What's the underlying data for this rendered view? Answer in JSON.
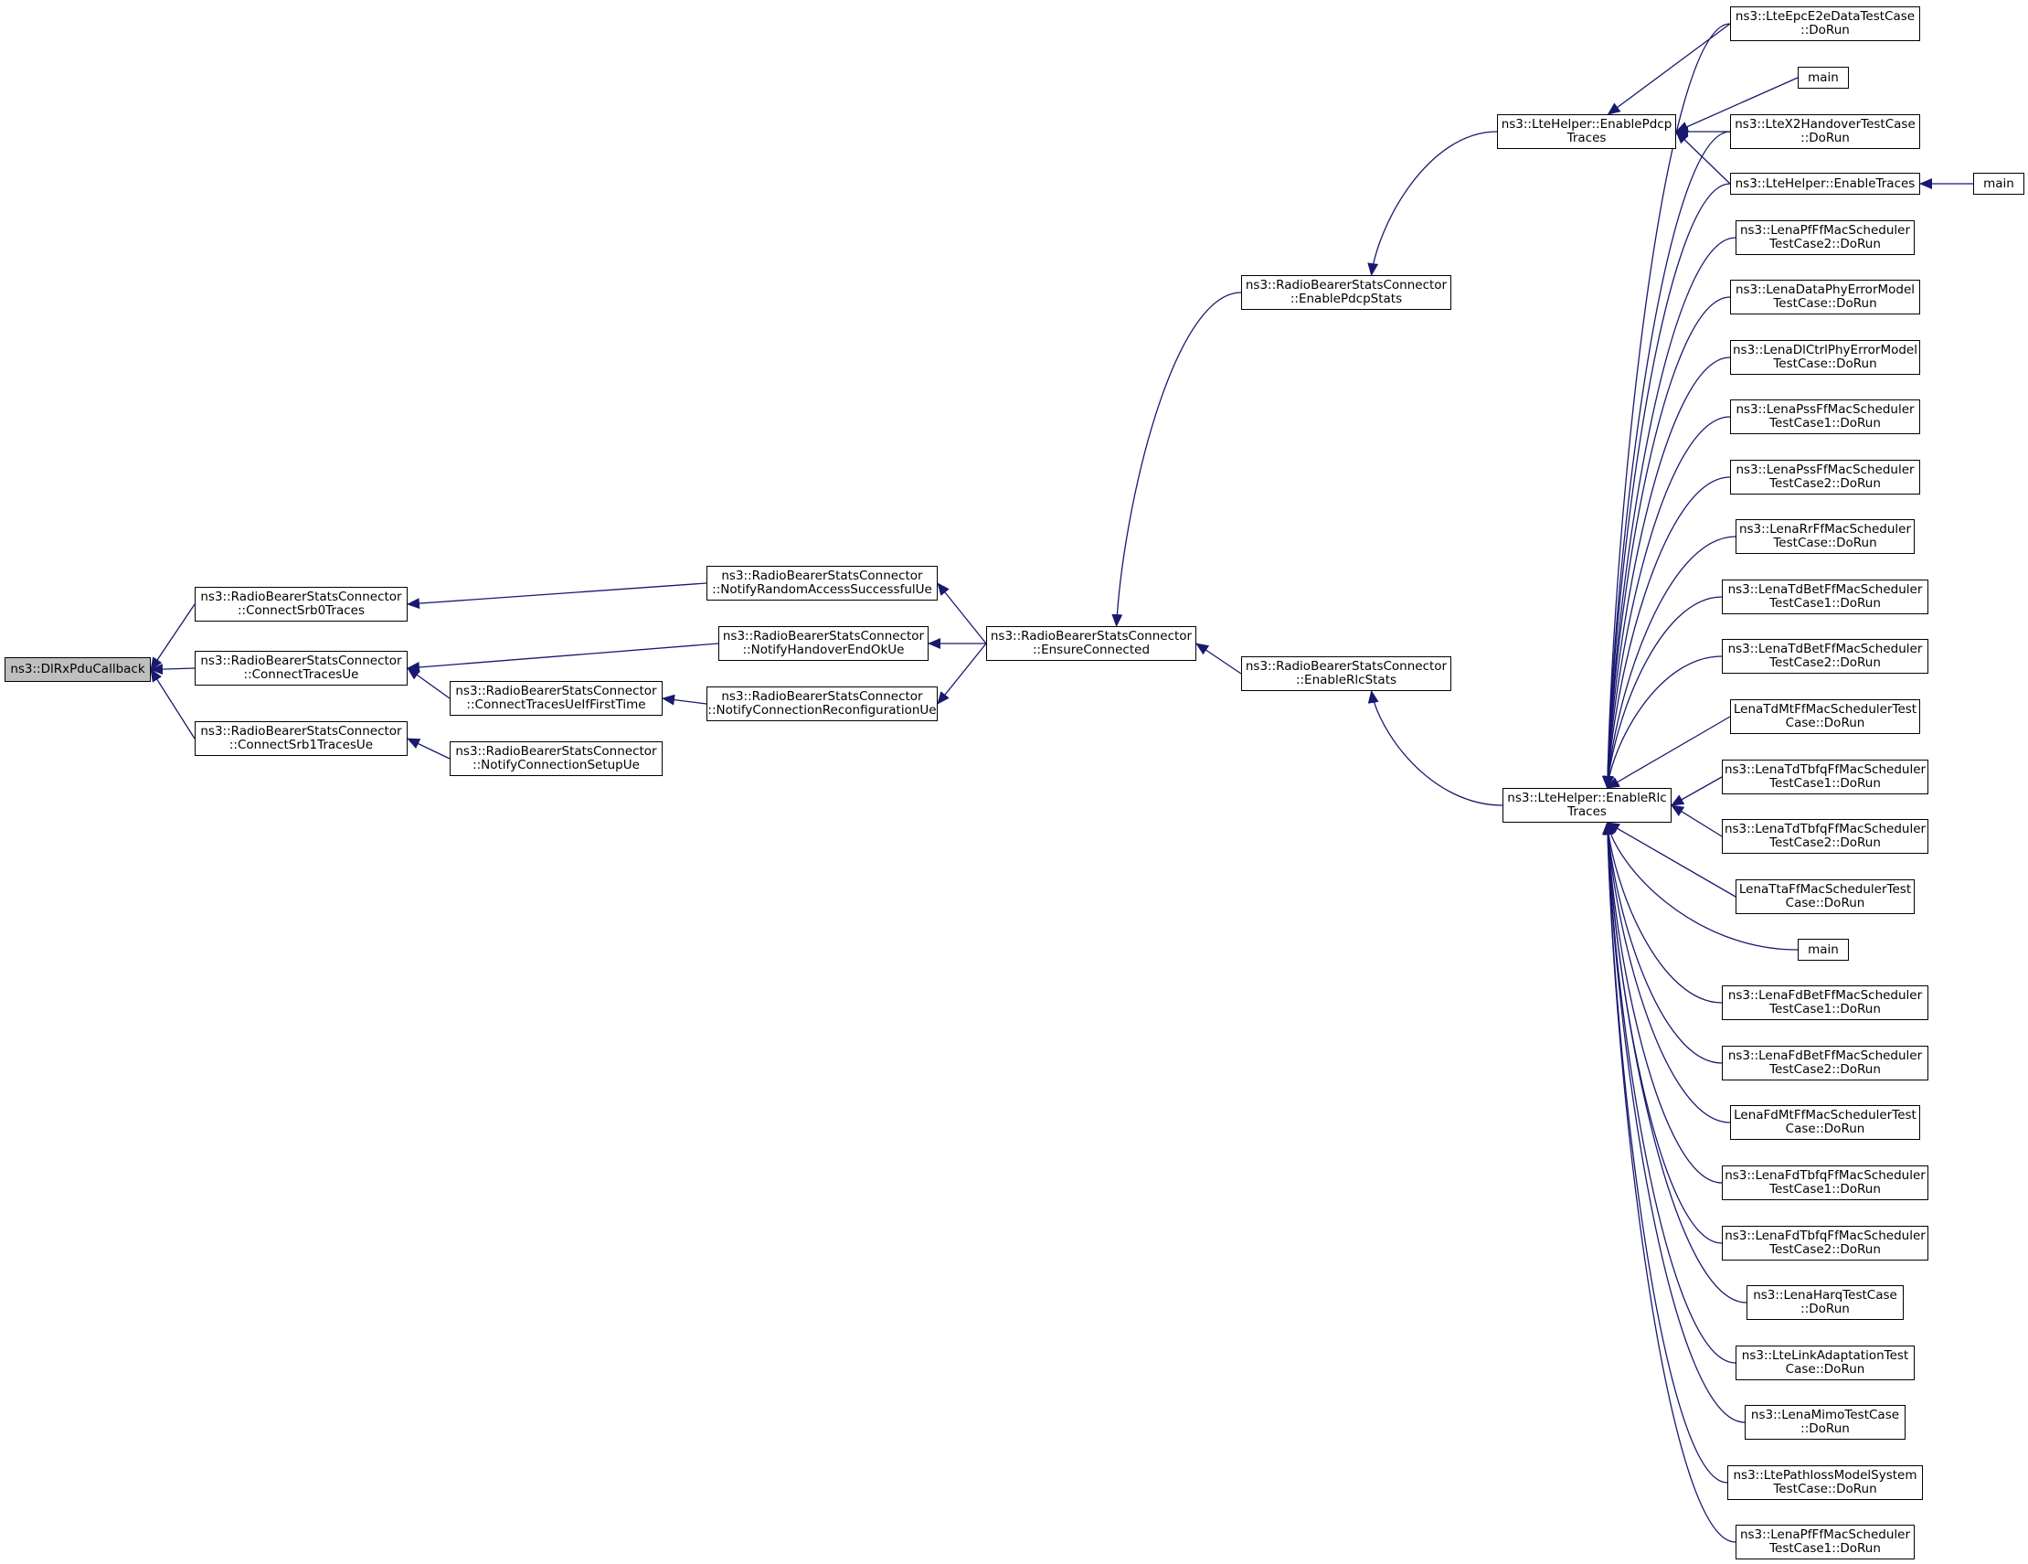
{
  "colors": {
    "edge": "#191970",
    "root_fill": "#bfbfbf",
    "node_fill": "#ffffff",
    "node_border": "#000000"
  },
  "nodes": [
    {
      "id": "dlrx",
      "lines": [
        "ns3::DlRxPduCallback"
      ],
      "root": true
    },
    {
      "id": "srb0",
      "lines": [
        "ns3::RadioBearerStatsConnector",
        "::ConnectSrb0Traces"
      ]
    },
    {
      "id": "ctue",
      "lines": [
        "ns3::RadioBearerStatsConnector",
        "::ConnectTracesUe"
      ]
    },
    {
      "id": "srb1",
      "lines": [
        "ns3::RadioBearerStatsConnector",
        "::ConnectSrb1TracesUe"
      ]
    },
    {
      "id": "ctueif",
      "lines": [
        "ns3::RadioBearerStatsConnector",
        "::ConnectTracesUeIfFirstTime"
      ]
    },
    {
      "id": "ncsu",
      "lines": [
        "ns3::RadioBearerStatsConnector",
        "::NotifyConnectionSetupUe"
      ]
    },
    {
      "id": "nras",
      "lines": [
        "ns3::RadioBearerStatsConnector",
        "::NotifyRandomAccessSuccessfulUe"
      ]
    },
    {
      "id": "nheo",
      "lines": [
        "ns3::RadioBearerStatsConnector",
        "::NotifyHandoverEndOkUe"
      ]
    },
    {
      "id": "ncru",
      "lines": [
        "ns3::RadioBearerStatsConnector",
        "::NotifyConnectionReconfigurationUe"
      ]
    },
    {
      "id": "ensure",
      "lines": [
        "ns3::RadioBearerStatsConnector",
        "::EnsureConnected"
      ]
    },
    {
      "id": "pdcpstats",
      "lines": [
        "ns3::RadioBearerStatsConnector",
        "::EnablePdcpStats"
      ]
    },
    {
      "id": "rlcstats",
      "lines": [
        "ns3::RadioBearerStatsConnector",
        "::EnableRlcStats"
      ]
    },
    {
      "id": "pdcptr",
      "lines": [
        "ns3::LteHelper::EnablePdcp",
        "Traces"
      ]
    },
    {
      "id": "rlctr",
      "lines": [
        "ns3::LteHelper::EnableRlc",
        "Traces"
      ]
    },
    {
      "id": "epc",
      "lines": [
        "ns3::LteEpcE2eDataTestCase",
        "::DoRun"
      ]
    },
    {
      "id": "main1",
      "lines": [
        "main"
      ]
    },
    {
      "id": "x2",
      "lines": [
        "ns3::LteX2HandoverTestCase",
        "::DoRun"
      ]
    },
    {
      "id": "entr",
      "lines": [
        "ns3::LteHelper::EnableTraces"
      ]
    },
    {
      "id": "main2",
      "lines": [
        "main"
      ]
    },
    {
      "id": "pf2",
      "lines": [
        "ns3::LenaPfFfMacScheduler",
        "TestCase2::DoRun"
      ]
    },
    {
      "id": "dataphy",
      "lines": [
        "ns3::LenaDataPhyErrorModel",
        "TestCase::DoRun"
      ]
    },
    {
      "id": "dlctrl",
      "lines": [
        "ns3::LenaDlCtrlPhyErrorModel",
        "TestCase::DoRun"
      ]
    },
    {
      "id": "pss1",
      "lines": [
        "ns3::LenaPssFfMacScheduler",
        "TestCase1::DoRun"
      ]
    },
    {
      "id": "pss2",
      "lines": [
        "ns3::LenaPssFfMacScheduler",
        "TestCase2::DoRun"
      ]
    },
    {
      "id": "rr",
      "lines": [
        "ns3::LenaRrFfMacScheduler",
        "TestCase::DoRun"
      ]
    },
    {
      "id": "tdbet1",
      "lines": [
        "ns3::LenaTdBetFfMacScheduler",
        "TestCase1::DoRun"
      ]
    },
    {
      "id": "tdbet2",
      "lines": [
        "ns3::LenaTdBetFfMacScheduler",
        "TestCase2::DoRun"
      ]
    },
    {
      "id": "tdmt",
      "lines": [
        "LenaTdMtFfMacSchedulerTest",
        "Case::DoRun"
      ]
    },
    {
      "id": "tdtbfq1",
      "lines": [
        "ns3::LenaTdTbfqFfMacScheduler",
        "TestCase1::DoRun"
      ]
    },
    {
      "id": "tdtbfq2",
      "lines": [
        "ns3::LenaTdTbfqFfMacScheduler",
        "TestCase2::DoRun"
      ]
    },
    {
      "id": "tta",
      "lines": [
        "LenaTtaFfMacSchedulerTest",
        "Case::DoRun"
      ]
    },
    {
      "id": "main3",
      "lines": [
        "main"
      ]
    },
    {
      "id": "fdbet1",
      "lines": [
        "ns3::LenaFdBetFfMacScheduler",
        "TestCase1::DoRun"
      ]
    },
    {
      "id": "fdbet2",
      "lines": [
        "ns3::LenaFdBetFfMacScheduler",
        "TestCase2::DoRun"
      ]
    },
    {
      "id": "fdmt",
      "lines": [
        "LenaFdMtFfMacSchedulerTest",
        "Case::DoRun"
      ]
    },
    {
      "id": "fdtbfq1",
      "lines": [
        "ns3::LenaFdTbfqFfMacScheduler",
        "TestCase1::DoRun"
      ]
    },
    {
      "id": "fdtbfq2",
      "lines": [
        "ns3::LenaFdTbfqFfMacScheduler",
        "TestCase2::DoRun"
      ]
    },
    {
      "id": "harq",
      "lines": [
        "ns3::LenaHarqTestCase",
        "::DoRun"
      ]
    },
    {
      "id": "linkad",
      "lines": [
        "ns3::LteLinkAdaptationTest",
        "Case::DoRun"
      ]
    },
    {
      "id": "mimo",
      "lines": [
        "ns3::LenaMimoTestCase",
        "::DoRun"
      ]
    },
    {
      "id": "pathloss",
      "lines": [
        "ns3::LtePathlossModelSystem",
        "TestCase::DoRun"
      ]
    },
    {
      "id": "pf1",
      "lines": [
        "ns3::LenaPfFfMacScheduler",
        "TestCase1::DoRun"
      ]
    }
  ],
  "edges": [
    [
      "srb0",
      "dlrx"
    ],
    [
      "ctue",
      "dlrx"
    ],
    [
      "srb1",
      "dlrx"
    ],
    [
      "nras",
      "srb0"
    ],
    [
      "nheo",
      "ctue"
    ],
    [
      "ctueif",
      "ctue"
    ],
    [
      "ncsu",
      "srb1"
    ],
    [
      "ncru",
      "ctueif"
    ],
    [
      "ensure",
      "nras"
    ],
    [
      "ensure",
      "nheo"
    ],
    [
      "ensure",
      "ncru"
    ],
    [
      "pdcpstats",
      "ensure"
    ],
    [
      "rlcstats",
      "ensure"
    ],
    [
      "pdcptr",
      "pdcpstats"
    ],
    [
      "rlctr",
      "rlcstats"
    ],
    [
      "epc",
      "pdcptr"
    ],
    [
      "main1",
      "pdcptr"
    ],
    [
      "x2",
      "pdcptr"
    ],
    [
      "entr",
      "pdcptr"
    ],
    [
      "main2",
      "entr"
    ],
    [
      "epc",
      "rlctr"
    ],
    [
      "x2",
      "rlctr"
    ],
    [
      "entr",
      "rlctr"
    ],
    [
      "pf2",
      "rlctr"
    ],
    [
      "dataphy",
      "rlctr"
    ],
    [
      "dlctrl",
      "rlctr"
    ],
    [
      "pss1",
      "rlctr"
    ],
    [
      "pss2",
      "rlctr"
    ],
    [
      "rr",
      "rlctr"
    ],
    [
      "tdbet1",
      "rlctr"
    ],
    [
      "tdbet2",
      "rlctr"
    ],
    [
      "tdmt",
      "rlctr"
    ],
    [
      "tdtbfq1",
      "rlctr"
    ],
    [
      "tdtbfq2",
      "rlctr"
    ],
    [
      "tta",
      "rlctr"
    ],
    [
      "main3",
      "rlctr"
    ],
    [
      "fdbet1",
      "rlctr"
    ],
    [
      "fdbet2",
      "rlctr"
    ],
    [
      "fdmt",
      "rlctr"
    ],
    [
      "fdtbfq1",
      "rlctr"
    ],
    [
      "fdtbfq2",
      "rlctr"
    ],
    [
      "harq",
      "rlctr"
    ],
    [
      "linkad",
      "rlctr"
    ],
    [
      "mimo",
      "rlctr"
    ],
    [
      "pathloss",
      "rlctr"
    ],
    [
      "pf1",
      "rlctr"
    ]
  ]
}
